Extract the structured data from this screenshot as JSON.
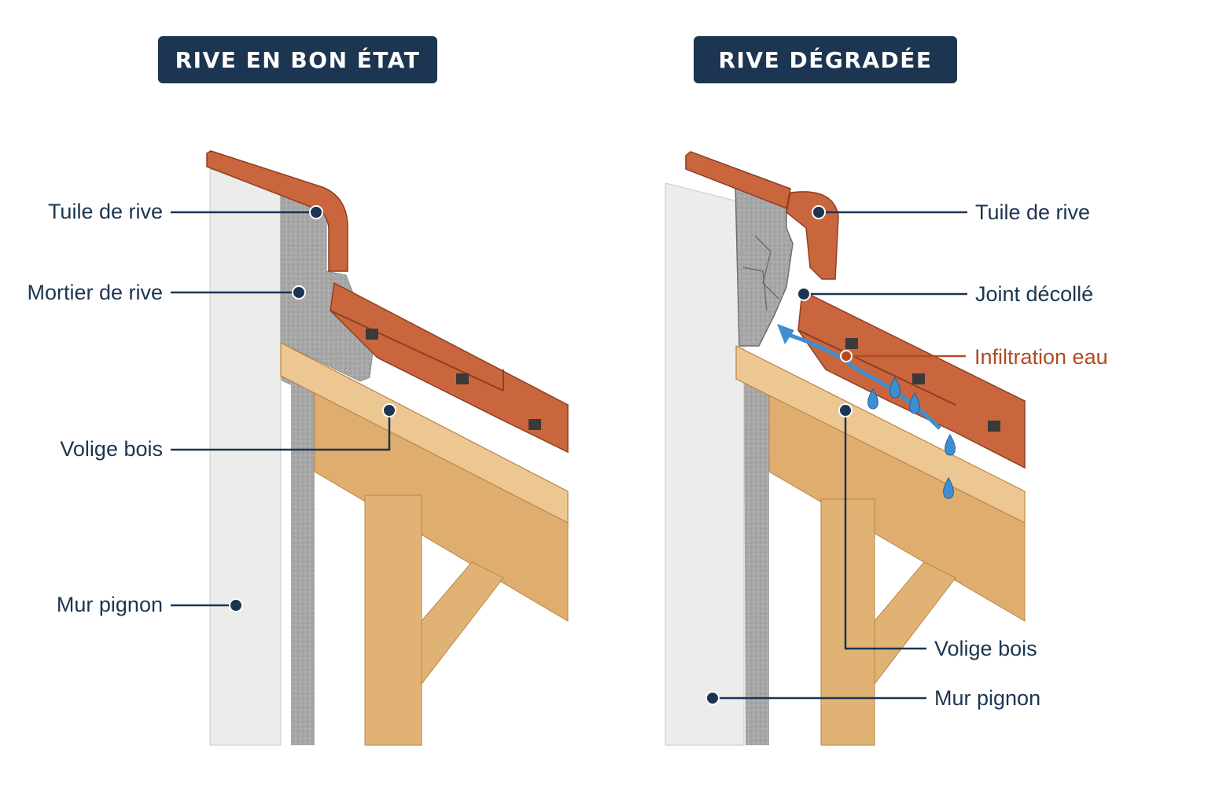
{
  "colors": {
    "navy": "#1c3550",
    "tile": "#c0603a",
    "tile_dark": "#8e3f22",
    "mortar": "#a9a9a9",
    "wall": "#ececea",
    "wood": "#e0b477",
    "wood_dark": "#c89252",
    "water": "#3d8fd1",
    "infiltration": "#b24a20"
  },
  "left_panel": {
    "title": "RIVE EN BON ÉTAT",
    "labels": {
      "tuile": "Tuile de rive",
      "mortier": "Mortier de rive",
      "volige": "Volige bois",
      "mur": "Mur pignon"
    }
  },
  "right_panel": {
    "title": "RIVE DÉGRADÉE",
    "labels": {
      "tuile": "Tuile de rive",
      "joint": "Joint décollé",
      "infiltration": "Infiltration eau",
      "volige": "Volige bois",
      "mur": "Mur pignon"
    }
  }
}
